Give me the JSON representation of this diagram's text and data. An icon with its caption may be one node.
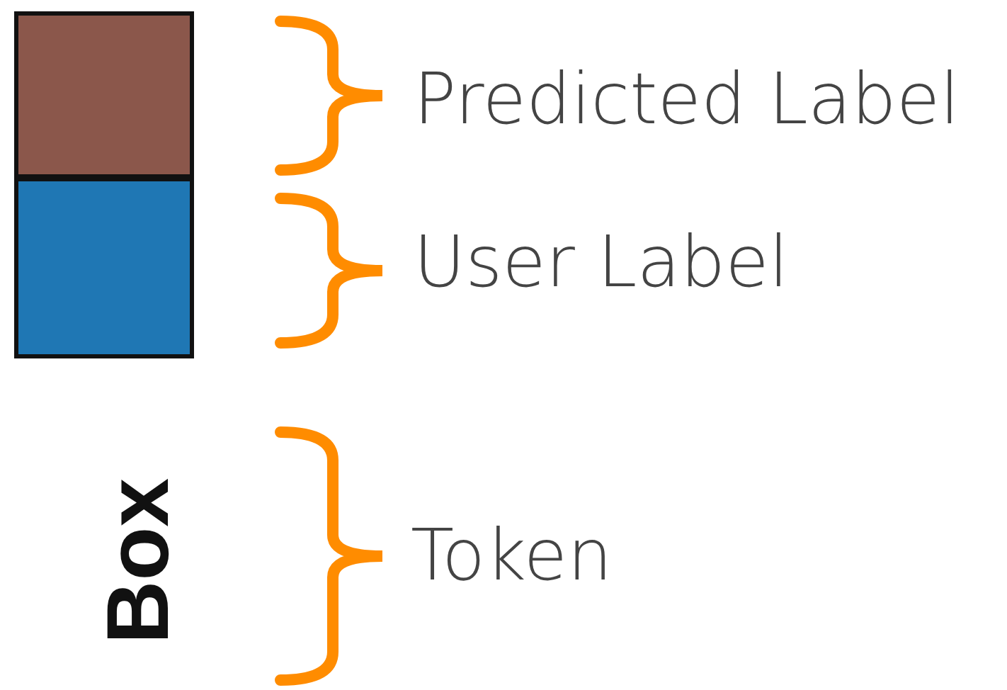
{
  "diagram": {
    "labels": [
      "Box",
      "Token"
    ],
    "legend": [
      {
        "text": "Predicted Label",
        "color": "#8b574b"
      },
      {
        "text": "User Label",
        "color": "#1f77b4"
      }
    ]
  }
}
